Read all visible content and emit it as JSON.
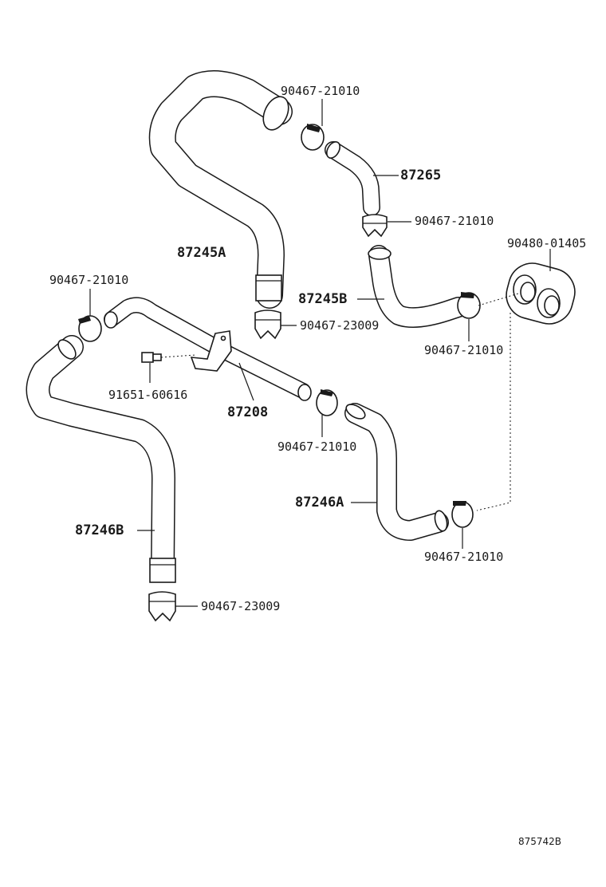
{
  "labels": {
    "clamp_top": "90467-21010",
    "hose_87265": "87265",
    "clamp_right_upper": "90467-21010",
    "grommet": "90480-01405",
    "hose_87245a": "87245A",
    "clamp_left": "90467-21010",
    "hose_87245b": "87245B",
    "clip_center": "90467-23009",
    "clamp_right_mid": "90467-21010",
    "bolt": "91651-60616",
    "hose_87208": "87208",
    "clamp_center_lower": "90467-21010",
    "hose_87246a": "87246A",
    "hose_87246b": "87246B",
    "clamp_bottom_right": "90467-21010",
    "clip_bottom": "90467-23009",
    "figure_code": "875742B"
  }
}
